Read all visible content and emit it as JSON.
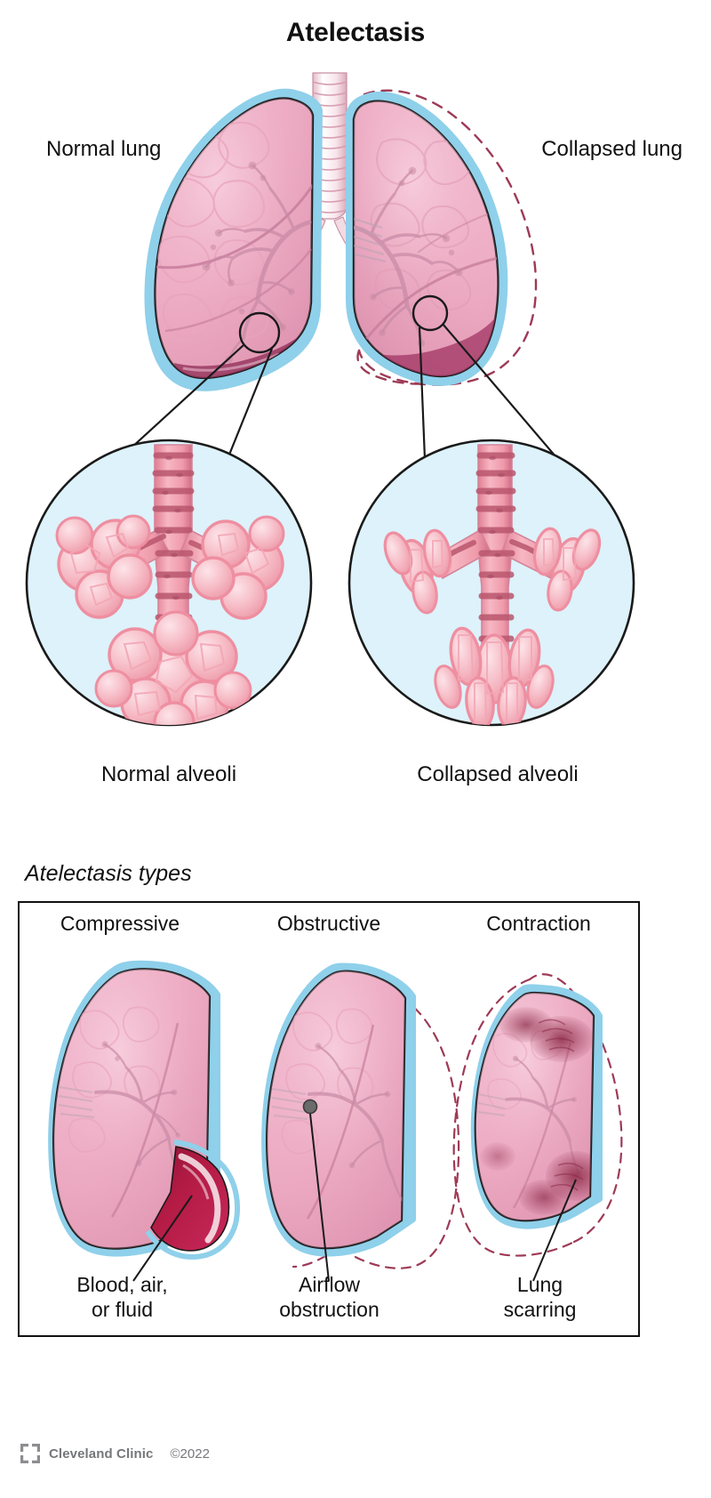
{
  "title": "Atelectasis",
  "top_diagram": {
    "left_label": "Normal lung",
    "right_label": "Collapsed lung"
  },
  "alveoli_diagram": {
    "left_label": "Normal alveoli",
    "right_label": "Collapsed alveoli"
  },
  "types_section": {
    "heading": "Atelectasis types",
    "types": [
      {
        "name": "Compressive",
        "callout_line1": "Blood, air,",
        "callout_line2": "or fluid"
      },
      {
        "name": "Obstructive",
        "callout_line1": "Airflow",
        "callout_line2": "obstruction"
      },
      {
        "name": "Contraction",
        "callout_line1": "Lung",
        "callout_line2": "scarring"
      }
    ]
  },
  "footer": {
    "logo_icon": "cleveland-clinic-logo-icon",
    "brand": "Cleveland Clinic",
    "copyright": "©2022"
  },
  "colors": {
    "lung_fill": "#eca8c0",
    "lung_fill_light": "#f4c3d4",
    "lung_shadow": "#d98aa8",
    "pleura_blue": "#8fd0ea",
    "outline": "#1a1a1a",
    "dashed_outline": "#9e3a56",
    "alveoli_circle_bg": "#ddf2fa",
    "bronchiole_pink": "#f29aa8",
    "bronchiole_dark": "#b9566e",
    "fluid_red": "#b31b44",
    "scar_dark": "#9b3552",
    "footer_gray": "#76777a",
    "background": "#ffffff"
  }
}
